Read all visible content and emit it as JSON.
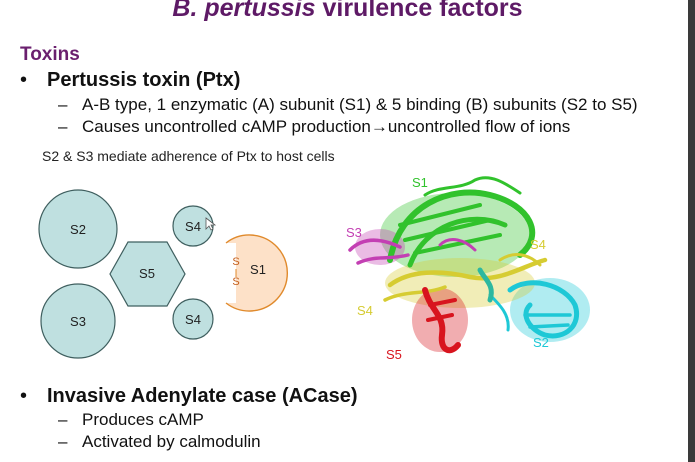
{
  "slide": {
    "title_italic": "B. pertussis",
    "title_rest": " virulence factors",
    "section": "Toxins",
    "bullets": [
      {
        "text": "Pertussis toxin (Ptx)",
        "subs": [
          "A-B type, 1 enzymatic (A) subunit (S1) & 5 binding (B) subunits (S2 to S5)",
          "Causes uncontrolled cAMP production→uncontrolled flow of ions"
        ]
      },
      {
        "text": "Invasive Adenylate case (ACase)",
        "subs": [
          "Produces cAMP",
          "Activated by calmodulin"
        ]
      }
    ],
    "caption": "S2 & S3 mediate adherence of Ptx to host cells"
  },
  "diagram": {
    "labels": {
      "s2": "S2",
      "s3": "S3",
      "s4_top": "S4",
      "s4_bottom": "S4",
      "s5": "S5",
      "s1": "S1",
      "link_s": "S"
    },
    "colors": {
      "subunit_fill": "#bfe0e0",
      "subunit_stroke": "#3f5f5f",
      "s1_fill": "#fde1c8",
      "s1_stroke": "#e08a2c"
    }
  },
  "protein": {
    "labels": {
      "s1": "S1",
      "s2": "S2",
      "s3": "S3",
      "s4_left": "S4",
      "s4_right": "S4",
      "s5": "S5"
    },
    "colors": {
      "s1": "#31c22c",
      "s2": "#1ec8d6",
      "s3": "#c33fb3",
      "s4": "#d6cc32",
      "s5": "#d8141e"
    }
  }
}
